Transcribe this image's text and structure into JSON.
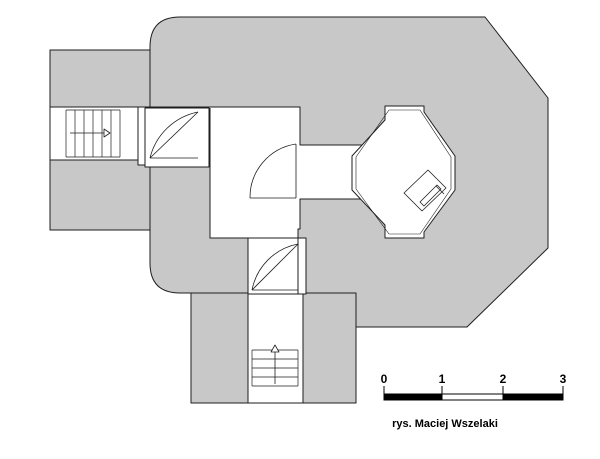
{
  "plan": {
    "colors": {
      "fill": "#c8c8c8",
      "stroke": "#1e1e1e",
      "paper": "#ffffff"
    }
  },
  "scale_bar": {
    "unit_labels": [
      "0",
      "1",
      "2",
      "3"
    ]
  },
  "credit": "rys. Maciej Wszelaki"
}
